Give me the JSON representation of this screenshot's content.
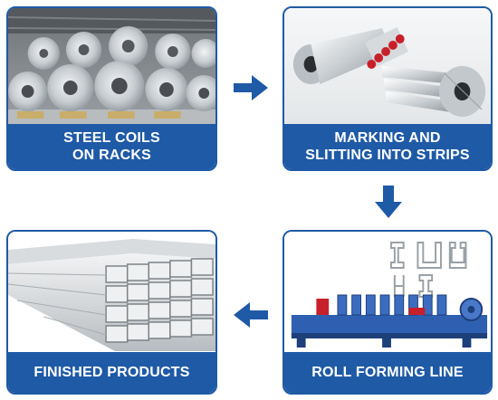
{
  "accent_color": "#1f5aa6",
  "steps": [
    {
      "label_line1": "STEEL COILS",
      "label_line2": "ON RACKS"
    },
    {
      "label_line1": "MARKING AND",
      "label_line2": "SLITTING INTO STRIPS"
    },
    {
      "label_line1": "ROLL FORMING LINE",
      "label_line2": ""
    },
    {
      "label_line1": "FINISHED PRODUCTS",
      "label_line2": ""
    }
  ],
  "arrows": [
    "arrow-right",
    "arrow-down",
    "arrow-left"
  ]
}
